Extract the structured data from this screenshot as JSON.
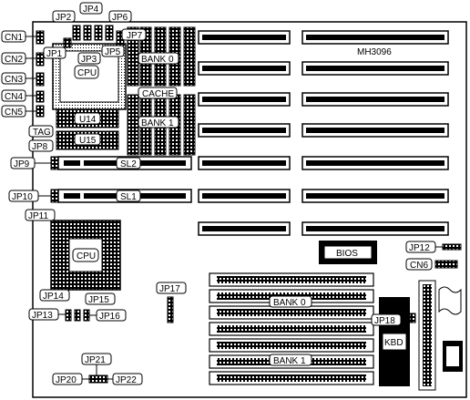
{
  "board": {
    "model": "MH3096",
    "labels": {
      "cn1": "CN1",
      "cn2": "CN2",
      "cn3": "CN3",
      "cn4": "CN4",
      "cn5": "CN5",
      "cn6": "CN6",
      "jp1": "JP1",
      "jp2": "JP2",
      "jp3": "JP3",
      "jp4": "JP4",
      "jp5": "JP5",
      "jp6": "JP6",
      "jp7": "JP7",
      "jp8": "JP8",
      "jp9": "JP9",
      "jp10": "JP10",
      "jp11": "JP11",
      "jp12": "JP12",
      "jp13": "JP13",
      "jp14": "JP14",
      "jp15": "JP15",
      "jp16": "JP16",
      "jp17": "JP17",
      "jp18": "JP18",
      "jp20": "JP20",
      "jp21": "JP21",
      "jp22": "JP22",
      "cpu_top": "CPU",
      "cpu_main": "CPU",
      "bank0_top": "BANK 0",
      "bank1_top": "BANK 1",
      "cache": "CACHE",
      "u14": "U14",
      "u15": "U15",
      "tag": "TAG",
      "sl1": "SL1",
      "sl2": "SL2",
      "bios": "BIOS",
      "bank0_bottom": "BANK 0",
      "bank1_bottom": "BANK 1",
      "kbd": "KBD"
    }
  }
}
